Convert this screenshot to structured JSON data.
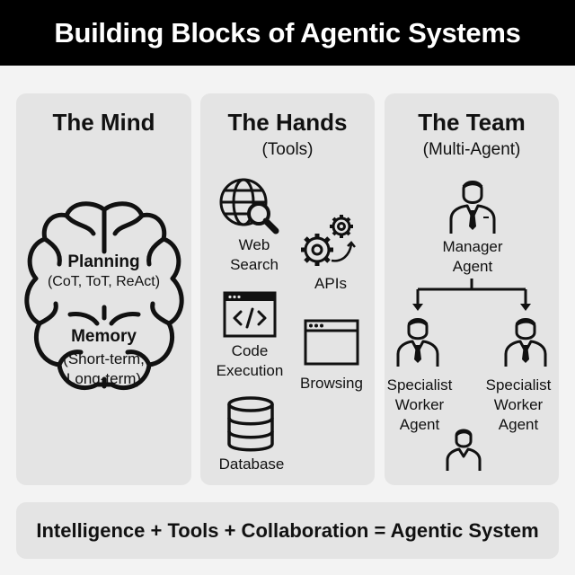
{
  "title": "Building Blocks of Agentic Systems",
  "mind": {
    "title": "The Mind",
    "planning_label": "Planning",
    "planning_detail": "(CoT, ToT, ReAct)",
    "memory_label": "Memory",
    "memory_detail_1": "(Short-term,",
    "memory_detail_2": "Long-term)",
    "icon": "brain-icon"
  },
  "hands": {
    "title": "The Hands",
    "subtitle": "(Tools)",
    "tools": [
      {
        "line1": "Web",
        "line2": "Search",
        "icon": "globe-search-icon"
      },
      {
        "line1": "APIs",
        "icon": "gears-icon"
      },
      {
        "line1": "Code",
        "line2": "Execution",
        "icon": "code-window-icon"
      },
      {
        "line1": "Browsing",
        "icon": "browser-window-icon"
      },
      {
        "line1": "Database",
        "icon": "database-icon"
      }
    ]
  },
  "team": {
    "title": "The Team",
    "subtitle": "(Multi-Agent)",
    "manager": {
      "line1": "Manager",
      "line2": "Agent",
      "icon": "manager-person-icon"
    },
    "workers": [
      {
        "line1": "Specialist",
        "line2": "Worker",
        "line3": "Agent",
        "icon": "worker-person-icon"
      },
      {
        "line1": "Specialist",
        "line2": "Worker",
        "line3": "Agent",
        "icon": "worker-person-icon"
      }
    ],
    "extra_icon": "person-icon"
  },
  "footer": "Intelligence + Tools + Collaboration = Agentic System"
}
